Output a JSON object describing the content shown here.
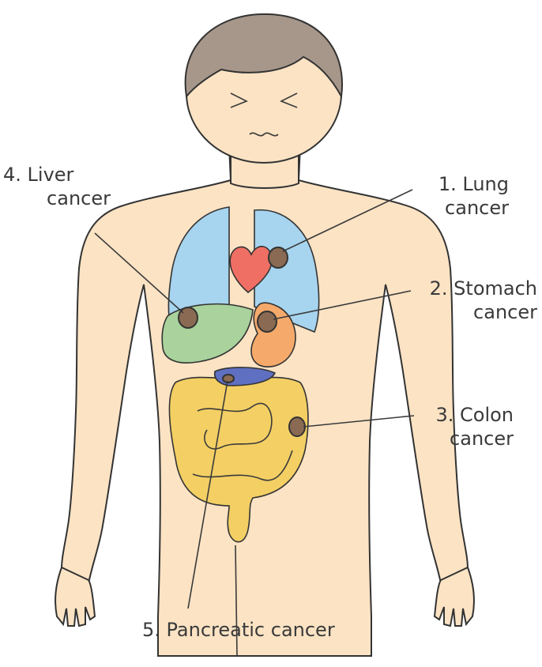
{
  "labels": {
    "lung": {
      "line1": "1. Lung",
      "line2": "cancer"
    },
    "stomach": {
      "line1": "2. Stomach",
      "line2": "cancer"
    },
    "colon": {
      "line1": "3. Colon",
      "line2": "cancer"
    },
    "liver": {
      "line1": "4. Liver",
      "line2": "cancer"
    },
    "pancreas": {
      "line1": "5. Pancreatic cancer"
    }
  },
  "colors": {
    "skin": "#fbe3c4",
    "hair": "#a7978a",
    "lungs": "#a7d4ee",
    "heart": "#ef6f64",
    "liver": "#a9d29c",
    "stomach": "#f5aa6b",
    "pancreas": "#5f6fc2",
    "intestines": "#f3cf64",
    "tumor": "#8a6a52",
    "outline": "#333333"
  }
}
